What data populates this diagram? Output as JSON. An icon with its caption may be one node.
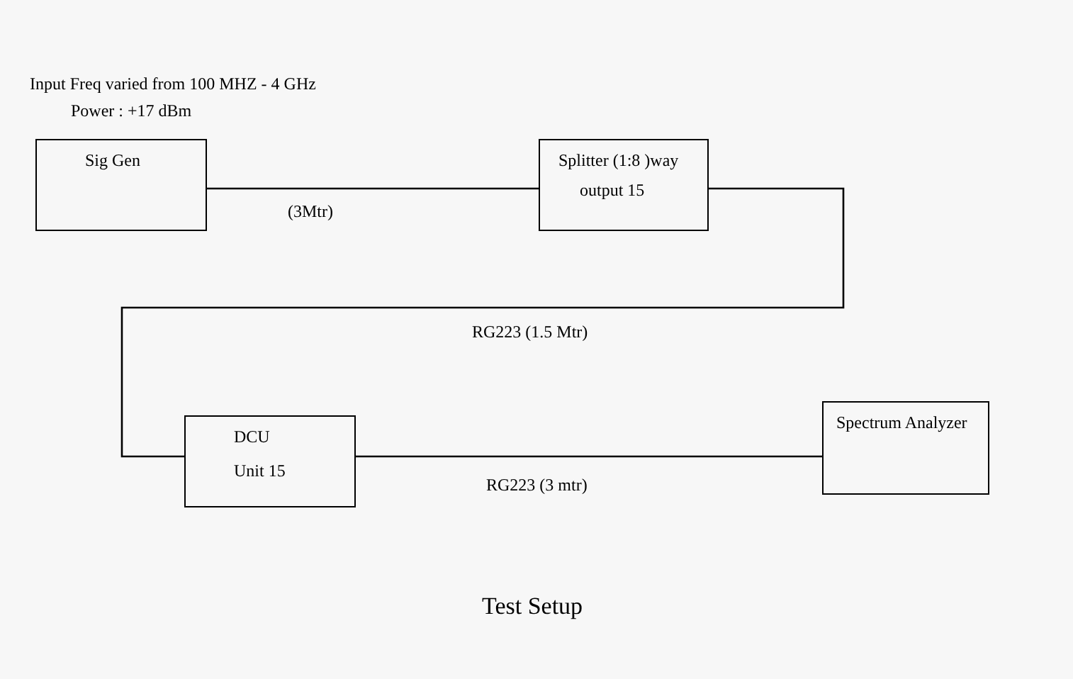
{
  "diagram": {
    "caption": "Test Setup",
    "nodes": [
      {
        "text": [
          "Sig Gen"
        ]
      },
      {
        "text": [
          "Splitter (1:8 )way",
          "output 15"
        ]
      },
      {
        "text": [
          "DCU",
          "Unit 15"
        ]
      },
      {
        "text": [
          "Spectrum Analyzer"
        ]
      }
    ],
    "edges": [
      {
        "from": 0,
        "to": 1,
        "arrow": "none",
        "label": "(3Mtr)"
      },
      {
        "from": 1,
        "to": 2,
        "arrow": "none",
        "label": "RG223 (1.5 Mtr)"
      },
      {
        "from": 2,
        "to": 3,
        "arrow": "none",
        "label": "RG223 (3 mtr)"
      }
    ],
    "labels": [
      "Input Freq varied from 100 MHZ - 4 GHz",
      "Power : +17 dBm"
    ]
  }
}
